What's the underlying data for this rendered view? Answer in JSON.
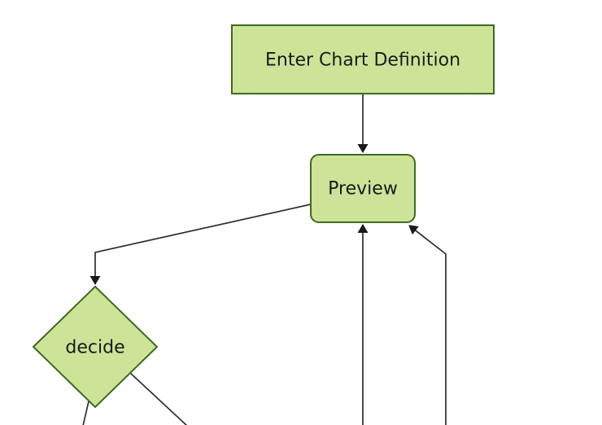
{
  "diagram": {
    "type": "flowchart",
    "background_color": "#ffffff",
    "colors": {
      "node_fill": "#cde498",
      "node_border": "#3e6a20",
      "edge_line": "#2e2e2e",
      "arrowhead": "#1a1a1a",
      "label_text": "#1a1a1a"
    },
    "nodes": [
      {
        "id": "enter-chart-definition",
        "label": "Enter Chart Definition",
        "shape": "rectangle"
      },
      {
        "id": "preview",
        "label": "Preview",
        "shape": "rounded-rectangle"
      },
      {
        "id": "decide",
        "label": "decide",
        "shape": "diamond"
      }
    ],
    "edges": [
      {
        "from": "enter-chart-definition",
        "to": "preview",
        "arrowhead": true
      },
      {
        "from": "preview",
        "to": "decide",
        "arrowhead": true
      },
      {
        "from": "offscreen-bottom",
        "to": "preview",
        "arrowhead": true
      },
      {
        "from": "offscreen-bottom-right",
        "to": "preview",
        "arrowhead": true
      },
      {
        "from": "decide",
        "to": "offscreen-bottom-left",
        "arrowhead": false
      },
      {
        "from": "decide",
        "to": "offscreen-bottom",
        "arrowhead": false
      }
    ]
  }
}
